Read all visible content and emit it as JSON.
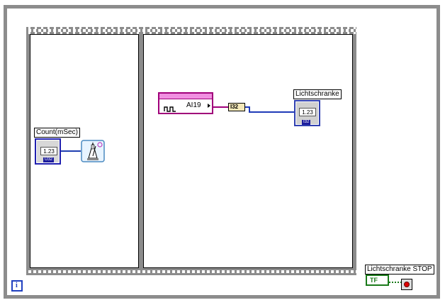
{
  "window": {
    "title": ""
  },
  "count_control": {
    "label": "Count(mSec)",
    "value": "1.23",
    "type": "U32"
  },
  "wait_function": {
    "icon": "wait-ms-timer-icon"
  },
  "daq_channel": {
    "name": "AI19",
    "icon": "sine-wave-icon"
  },
  "conversion_node": {
    "label": "I32"
  },
  "lichtschranke_indicator": {
    "label": "Lichtschranke",
    "value": "1.23",
    "type": "I32"
  },
  "stop_control": {
    "label": "Lichtschranke STOP",
    "value": "TF",
    "icon": "stop-terminal-icon"
  },
  "loop_iteration": {
    "label": "i"
  },
  "colors": {
    "structure_gray": "#8c8c8c",
    "wire_blue": "#1e3fb0",
    "daq_magenta": "#a0007a",
    "boolean_green": "#1a7a1a"
  }
}
